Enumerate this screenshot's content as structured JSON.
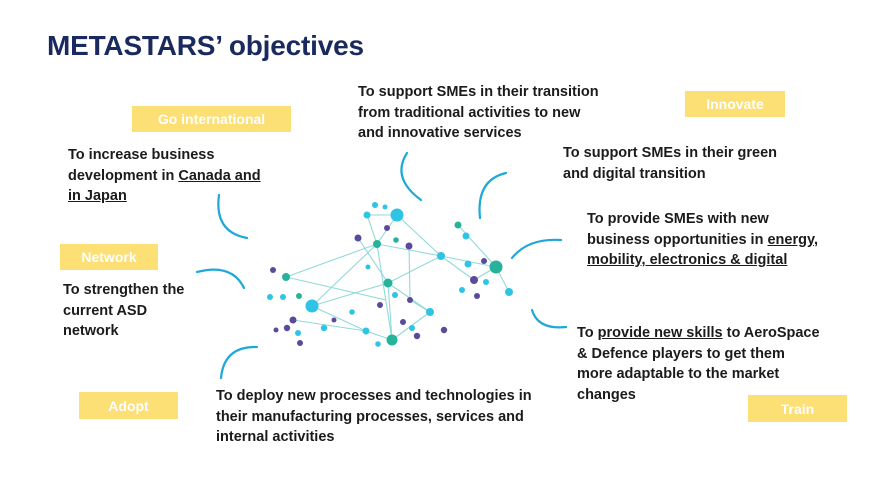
{
  "slide": {
    "title": "METASTARS’ objectives"
  },
  "tags": {
    "go_international": "Go international",
    "innovate": "Innovate",
    "network": "Network",
    "adopt": "Adopt",
    "train": "Train"
  },
  "objectives": {
    "go_international": {
      "line1": "To increase business",
      "line2_pre": "development in ",
      "line2_u": "Canada and",
      "line3_u": "in Japan"
    },
    "services_transition": {
      "line1": "To support SMEs in their transition",
      "line2": "from traditional activities to new",
      "line3": "and innovative services"
    },
    "green_digital": {
      "line1": "To support SMEs in their green",
      "line2": "and digital transition"
    },
    "business_opportunities": {
      "line1": "To provide SMEs with new",
      "line2_pre": "business opportunities in ",
      "line2_u": "energy,",
      "line3_u": "mobility, electronics & digital"
    },
    "network": {
      "line1": "To strengthen the",
      "line2": "current ASD",
      "line3": "network"
    },
    "train": {
      "line1_pre": "To ",
      "line1_u": "provide new skills",
      "line1_post": " to AeroSpace",
      "line2": "& Defence players to get them",
      "line3": "more adaptable to the market",
      "line4": "changes"
    },
    "adopt": {
      "line1": "To deploy new processes and technologies in",
      "line2": "their manufacturing processes, services and",
      "line3": "internal activities"
    }
  },
  "colors": {
    "title": "#1a2a5e",
    "tag_fill": "#fcdf75",
    "tag_text": "#ffffff",
    "node_cyan": "#2ec4e6",
    "node_teal": "#27b39b",
    "node_purple": "#5b4a9c",
    "arc": "#1fa8d8"
  },
  "graphics": {
    "network_icon": "network-graph-illustration",
    "arc_icon": "curved-connector-arc"
  }
}
